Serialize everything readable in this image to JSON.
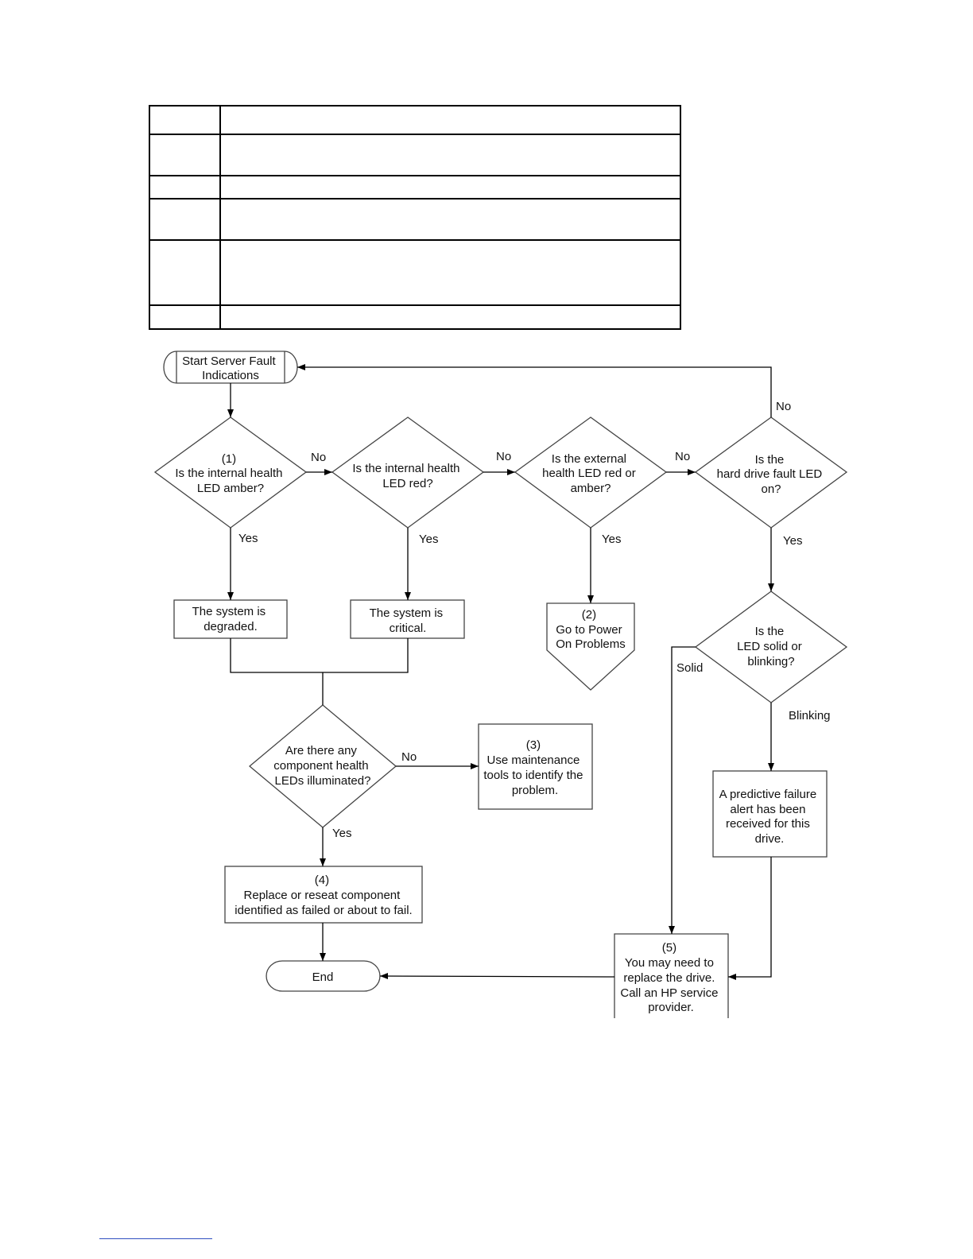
{
  "table": {
    "rows": [
      {
        "num": "",
        "text": ""
      },
      {
        "num": "",
        "text": ""
      },
      {
        "num": "",
        "text": ""
      },
      {
        "num": "",
        "text": ""
      },
      {
        "num": "",
        "text": ""
      },
      {
        "num": "",
        "text": ""
      }
    ]
  },
  "flowchart": {
    "start": [
      "Start Server Fault",
      "Indications"
    ],
    "d1": [
      "(1)",
      "Is the internal health",
      "LED amber?"
    ],
    "d2": [
      "Is the internal health",
      "LED red?"
    ],
    "d3": [
      "Is the external",
      "health LED red or",
      "amber?"
    ],
    "d4": [
      "Is the",
      "hard drive fault LED",
      "on?"
    ],
    "degraded": [
      "The system is",
      "degraded."
    ],
    "critical": [
      "The system is",
      "critical."
    ],
    "power": [
      "(2)",
      "Go to Power",
      "On Problems"
    ],
    "d5": [
      "Is the",
      "LED solid or",
      "blinking?"
    ],
    "d6": [
      "Are there any",
      "component health",
      "LEDs illuminated?"
    ],
    "maint": [
      "(3)",
      "Use maintenance",
      "tools to identify the",
      "problem."
    ],
    "predictive": [
      "A predictive failure",
      "alert has been",
      "received for this",
      "drive."
    ],
    "replace": [
      "(4)",
      "Replace or reseat component",
      "identified as failed or about to fail."
    ],
    "drive": [
      "(5)",
      "You may need to",
      "replace the drive.",
      "Call an HP service",
      "provider."
    ],
    "end": "End",
    "labels": {
      "no": "No",
      "yes": "Yes",
      "solid": "Solid",
      "blinking": "Blinking"
    }
  }
}
